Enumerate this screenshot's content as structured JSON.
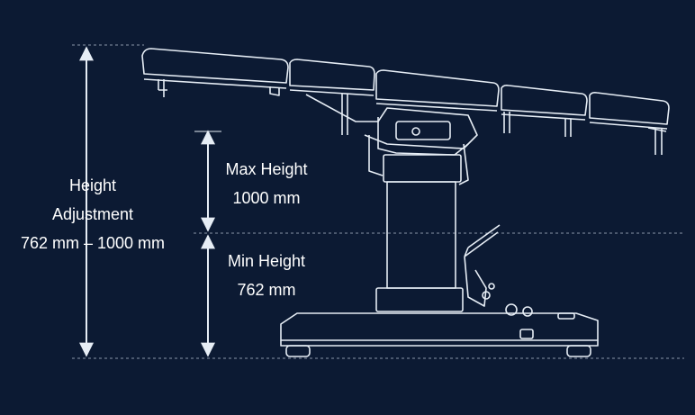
{
  "colors": {
    "background": "#0c1a33",
    "line": "#e6edf5",
    "guide": "#8a96a8",
    "text": "#ffffff"
  },
  "labels": {
    "height_adjustment": {
      "line1": "Height",
      "line2": "Adjustment",
      "line3": "762 mm – 1000 mm"
    },
    "max_height": {
      "line1": "Max Height",
      "line2": "1000 mm"
    },
    "min_height": {
      "line1": "Min Height",
      "line2": "762 mm"
    }
  },
  "illustration": {
    "subject": "operating-table-side-view"
  }
}
